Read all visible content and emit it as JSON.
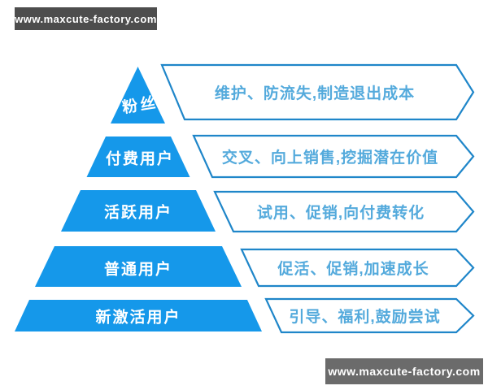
{
  "colors": {
    "background": "#FFFFFF",
    "pyramid_fill": "#1598EA",
    "box_border": "#1F86C9",
    "box_fill": "#FFFFFF",
    "box_text": "#54AADC",
    "level_label_text": "#FFFFFF",
    "watermark_top_bg": "#4D4D4D",
    "watermark_bottom_bg": "#6B6B6B",
    "watermark_text": "#FFFFFF"
  },
  "watermarks": {
    "top_left": "www.maxcute-factory.com",
    "bottom_right": "www.maxcute-factory.com"
  },
  "pyramid": {
    "levels": [
      {
        "label": "粉丝",
        "strategy": "维护、防流失,制造退出成本"
      },
      {
        "label": "付费用户",
        "strategy": "交叉、向上销售,挖掘潜在价值"
      },
      {
        "label": "活跃用户",
        "strategy": "试用、促销,向付费转化"
      },
      {
        "label": "普通用户",
        "strategy": "促活、促销,加速成长"
      },
      {
        "label": "新激活用户",
        "strategy": "引导、福利,鼓励尝试"
      }
    ]
  }
}
